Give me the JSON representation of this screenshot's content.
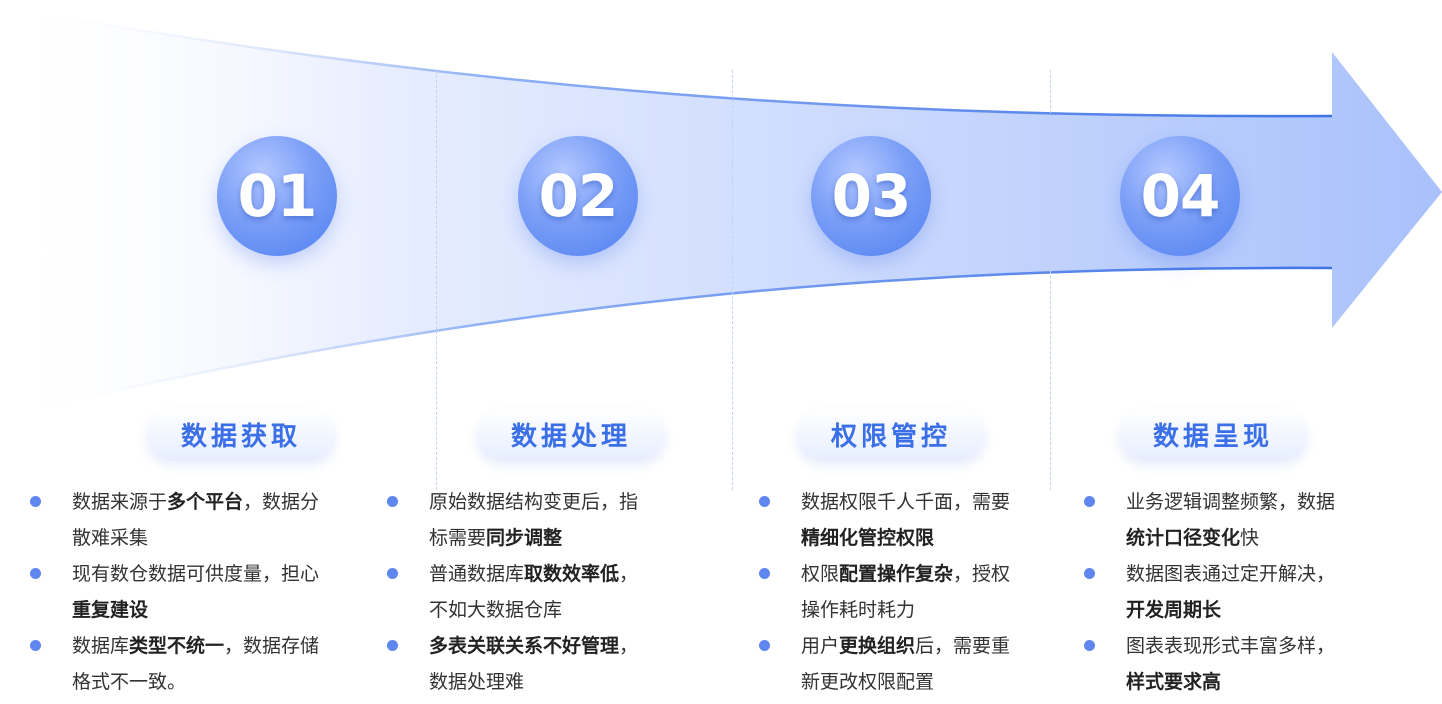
{
  "colors": {
    "accent": "#3a6fe8",
    "arrow_light": "#dde7ff",
    "arrow_dark": "#a9c1fb",
    "bullet": "#5f86ee"
  },
  "stages": [
    {
      "number": "01",
      "title": "数据获取",
      "items": [
        [
          {
            "text": "数据来源于",
            "bold": false
          },
          {
            "text": "多个平台",
            "bold": true
          },
          {
            "text": "，数据分散难采集",
            "bold": false
          }
        ],
        [
          {
            "text": "现有数仓数据可供度量，担心",
            "bold": false
          },
          {
            "text": "重复建设",
            "bold": true
          }
        ],
        [
          {
            "text": "数据库",
            "bold": false
          },
          {
            "text": "类型不统一",
            "bold": true
          },
          {
            "text": "，数据存储格式不一致。",
            "bold": false
          }
        ]
      ]
    },
    {
      "number": "02",
      "title": "数据处理",
      "items": [
        [
          {
            "text": "原始数据结构变更后，指标需要",
            "bold": false
          },
          {
            "text": "同步调整",
            "bold": true
          }
        ],
        [
          {
            "text": "普通数据库",
            "bold": false
          },
          {
            "text": "取数效率低",
            "bold": true
          },
          {
            "text": "，不如大数据仓库",
            "bold": false
          }
        ],
        [
          {
            "text": "多表关联关系不好管理",
            "bold": true
          },
          {
            "text": "，数据处理难",
            "bold": false
          }
        ]
      ]
    },
    {
      "number": "03",
      "title": "权限管控",
      "items": [
        [
          {
            "text": "数据权限千人千面，需要",
            "bold": false
          },
          {
            "text": "精细化管控权限",
            "bold": true
          }
        ],
        [
          {
            "text": "权限",
            "bold": false
          },
          {
            "text": "配置操作复杂",
            "bold": true
          },
          {
            "text": "，授权操作耗时耗力",
            "bold": false
          }
        ],
        [
          {
            "text": "用户",
            "bold": false
          },
          {
            "text": "更换组织",
            "bold": true
          },
          {
            "text": "后，需要重新更改权限配置",
            "bold": false
          }
        ]
      ]
    },
    {
      "number": "04",
      "title": "数据呈现",
      "items": [
        [
          {
            "text": "业务逻辑调整频繁，数据",
            "bold": false
          },
          {
            "text": "统计口径变化",
            "bold": true
          },
          {
            "text": "快",
            "bold": false
          }
        ],
        [
          {
            "text": "数据图表通过定开解决，",
            "bold": false
          },
          {
            "text": "开发周期长",
            "bold": true
          }
        ],
        [
          {
            "text": "图表表现形式丰富多样，",
            "bold": false
          },
          {
            "text": "样式要求高",
            "bold": true
          }
        ]
      ]
    }
  ]
}
